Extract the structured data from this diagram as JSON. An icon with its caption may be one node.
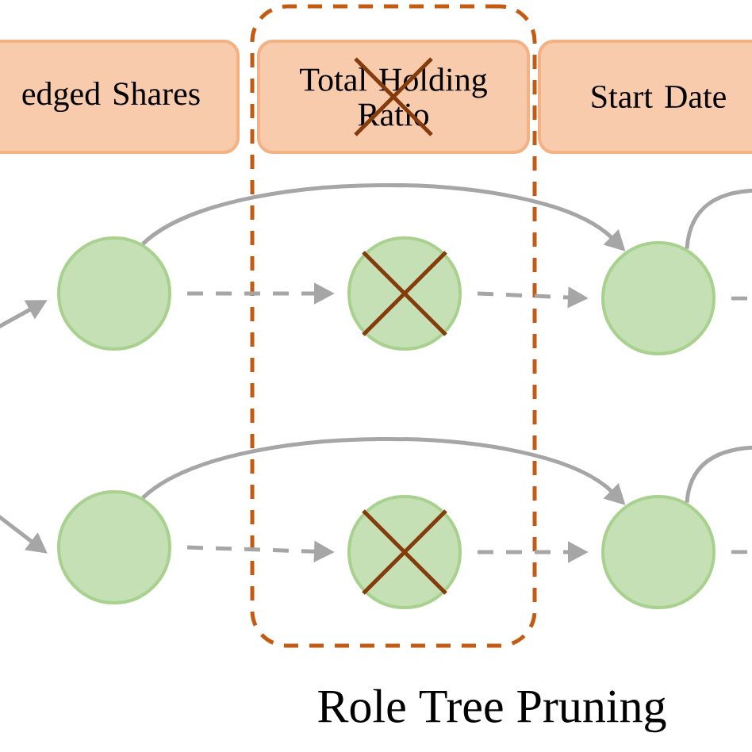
{
  "diagram": {
    "caption": "Role Tree Pruning",
    "nodes": [
      {
        "text": [
          "edged Shares"
        ]
      },
      {
        "text": [],
        "shape": "box"
      },
      {
        "text": [
          "Total Holding Ratio"
        ],
        "in": 1
      },
      {
        "text": [
          "Start Date"
        ]
      },
      {
        "text": [],
        "shape": "circle"
      },
      {
        "text": [],
        "shape": "circle",
        "in": 1
      },
      {
        "text": [],
        "shape": "circle"
      },
      {
        "text": [],
        "shape": "circle"
      },
      {
        "text": [],
        "shape": "circle",
        "in": 1
      },
      {
        "text": [],
        "shape": "circle"
      }
    ],
    "edges": [
      {
        "from": null,
        "to": 4,
        "arrow": "to"
      },
      {
        "from": 4,
        "to": 5,
        "arrow": "to",
        "style": "dashed"
      },
      {
        "from": 5,
        "to": 6,
        "arrow": "to",
        "style": "dashed"
      },
      {
        "from": 4,
        "to": 6,
        "arrow": "to"
      },
      {
        "from": 6,
        "to": null,
        "arrow": "none",
        "style": "dashed"
      },
      {
        "from": 6,
        "to": null,
        "arrow": "none"
      },
      {
        "from": null,
        "to": 7,
        "arrow": "to"
      },
      {
        "from": 7,
        "to": 8,
        "arrow": "to",
        "style": "dashed"
      },
      {
        "from": 8,
        "to": 9,
        "arrow": "to",
        "style": "dashed"
      },
      {
        "from": 7,
        "to": 9,
        "arrow": "to"
      },
      {
        "from": 9,
        "to": null,
        "arrow": "none",
        "style": "dashed"
      },
      {
        "from": 9,
        "to": null,
        "arrow": "none"
      }
    ]
  }
}
